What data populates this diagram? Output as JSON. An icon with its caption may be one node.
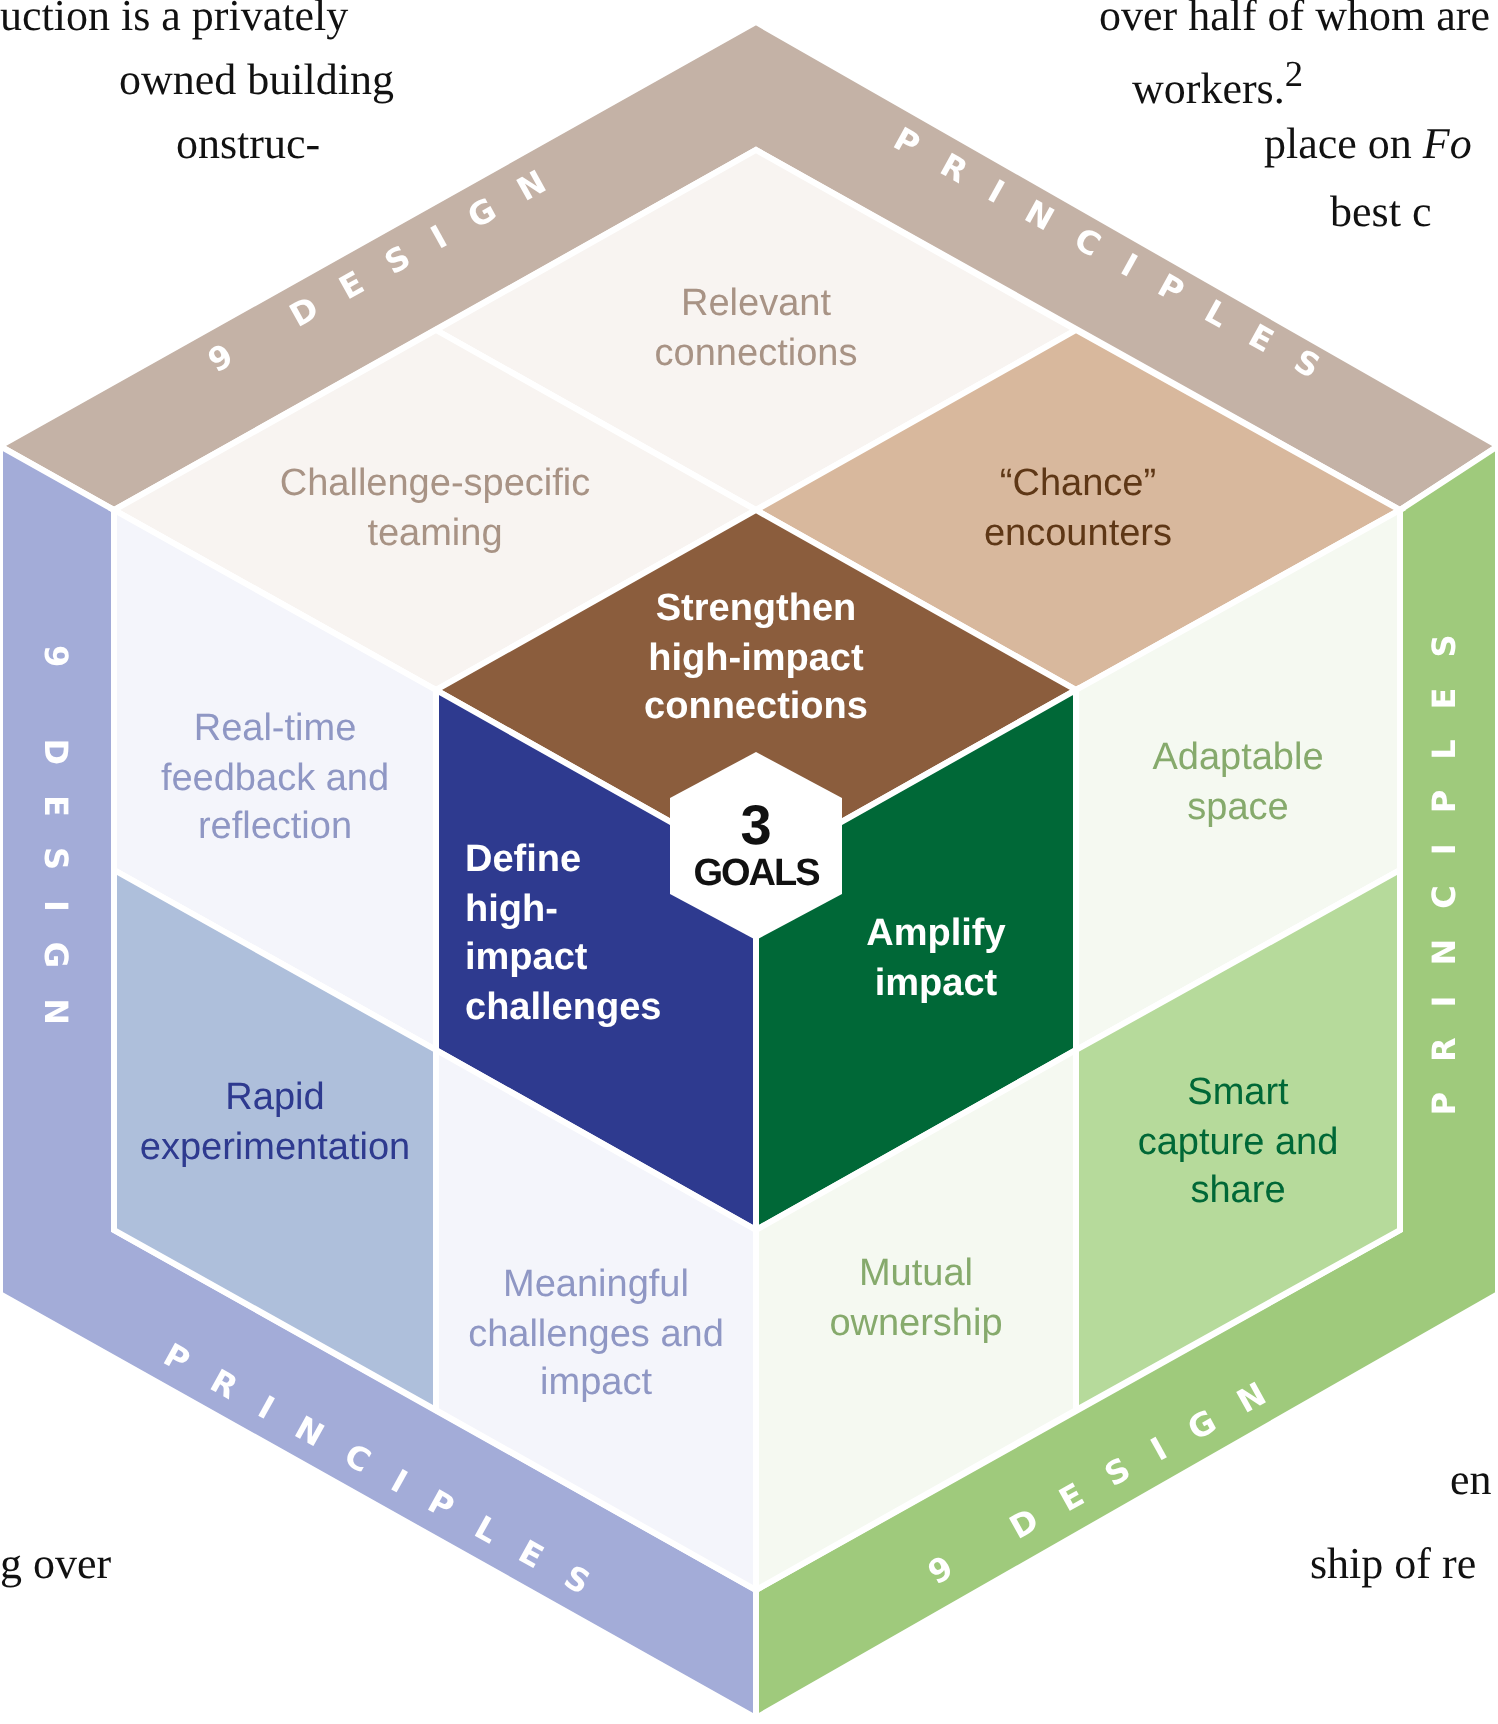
{
  "diagram": {
    "nodes": [
      {
        "text": [
          "9 DESIGN",
          "PRINCIPLES"
        ]
      },
      {
        "text": [
          "9 DESIGN",
          "PRINCIPLES"
        ]
      },
      {
        "text": [
          "9 DESIGN",
          "PRINCIPLES"
        ]
      },
      {
        "text": [
          "Relevant connections"
        ]
      },
      {
        "text": [
          "Challenge-specific teaming"
        ]
      },
      {
        "text": [
          "“Chance” encounters"
        ]
      },
      {
        "text": [
          "Strengthen high-impact connections"
        ]
      },
      {
        "text": [
          "Real-time feedback and reflection"
        ]
      },
      {
        "text": [
          "Adaptable space"
        ]
      },
      {
        "text": [
          "3",
          "GOALS"
        ]
      },
      {
        "text": [
          "Define high-impact challenges"
        ]
      },
      {
        "text": [
          "Amplify impact"
        ]
      },
      {
        "text": [
          "Rapid experimentation"
        ]
      },
      {
        "text": [
          "Smart capture and share"
        ]
      },
      {
        "text": [
          "Meaningful challenges and impact"
        ]
      },
      {
        "text": [
          "Mutual ownership"
        ]
      }
    ],
    "labels": [
      "uction is a privately",
      "owned building",
      "onstruc-",
      "over half of whom are",
      "workers.$^{2}$",
      "place on *Fo*",
      "best c",
      "g over",
      "en",
      "ship of re"
    ]
  }
}
